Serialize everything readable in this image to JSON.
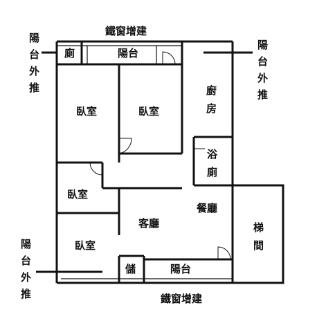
{
  "plan": {
    "top_extension_label": "鐵窗增建",
    "bottom_extension_label": "鐵窗增建",
    "outside_left_top": [
      "陽",
      "台",
      "外",
      "推"
    ],
    "outside_right_top": [
      "陽",
      "台",
      "外",
      "推"
    ],
    "outside_left_bottom": [
      "陽",
      "台",
      "外",
      "推"
    ],
    "rooms": {
      "toilet_small": "廁",
      "balcony_top": "陽台",
      "bedroom_1": "臥室",
      "bedroom_2": "臥室",
      "kitchen": [
        "廚",
        "房"
      ],
      "bathroom": [
        "浴",
        "廁"
      ],
      "bedroom_3": "臥室",
      "living_room": "客廳",
      "dining_room": "餐廳",
      "stairwell": [
        "梯",
        "間"
      ],
      "bedroom_4": "臥室",
      "storage": "儲",
      "balcony_bottom": "陽台"
    }
  }
}
